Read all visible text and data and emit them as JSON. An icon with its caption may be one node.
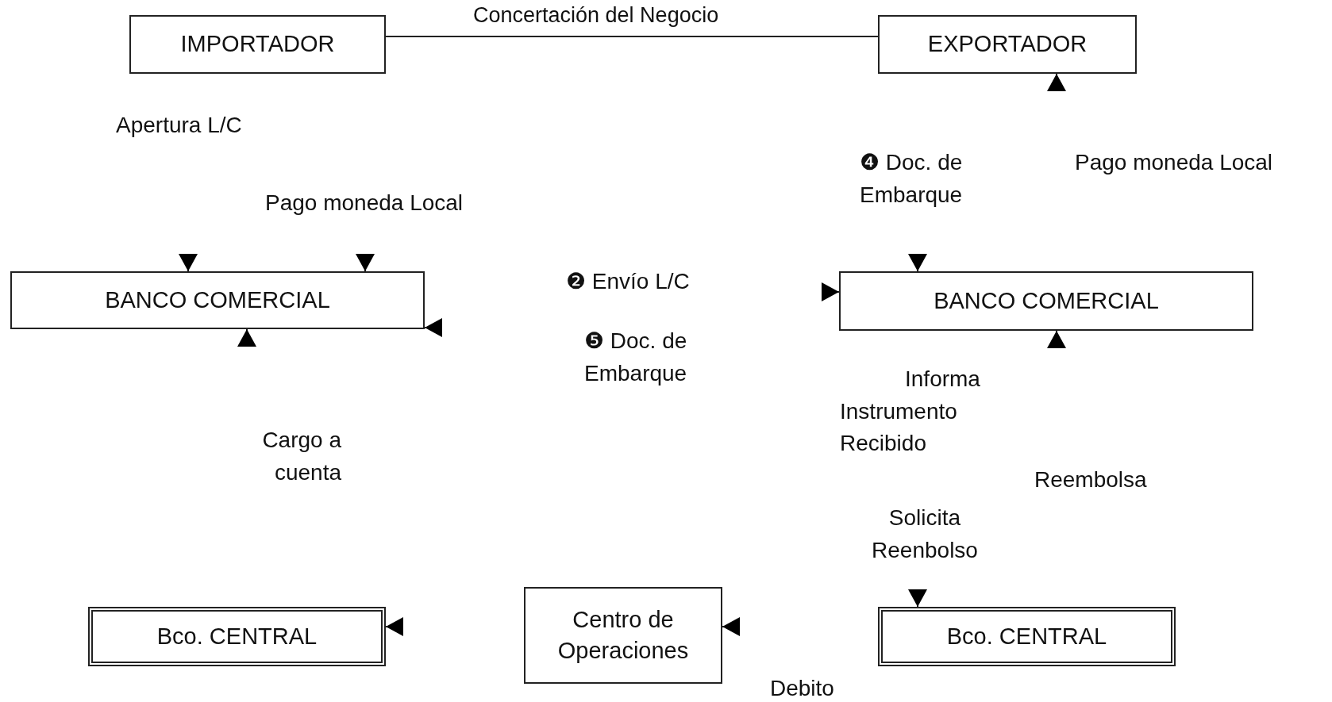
{
  "diagram": {
    "nodes": [
      {
        "text": [
          "IMPORTADOR"
        ]
      },
      {
        "text": [
          "EXPORTADOR"
        ]
      },
      {
        "text": [
          "BANCO COMERCIAL"
        ]
      },
      {
        "text": [
          "BANCO COMERCIAL"
        ]
      },
      {
        "text": [
          "Bco. CENTRAL"
        ]
      },
      {
        "text": [
          "Centro de Operaciones"
        ]
      },
      {
        "text": [
          "Bco. CENTRAL"
        ]
      }
    ],
    "edges": [
      {
        "from": 0,
        "to": 1,
        "arrow": "none",
        "label": "Concertación del Negocio"
      },
      {
        "from": null,
        "to": 1,
        "arrow": "to"
      },
      {
        "from": null,
        "to": 2,
        "arrow": "to"
      },
      {
        "from": null,
        "to": 2,
        "arrow": "to"
      },
      {
        "from": null,
        "to": 2,
        "arrow": "to"
      },
      {
        "from": null,
        "to": 2,
        "arrow": "to"
      },
      {
        "from": null,
        "to": 3,
        "arrow": "to"
      },
      {
        "from": null,
        "to": 3,
        "arrow": "to"
      },
      {
        "from": null,
        "to": 3,
        "arrow": "to"
      },
      {
        "from": null,
        "to": 6,
        "arrow": "to"
      },
      {
        "from": null,
        "to": 5,
        "arrow": "to"
      },
      {
        "from": null,
        "to": 4,
        "arrow": "to"
      }
    ],
    "labels": [
      "Apertura L/C",
      "❹ Doc. de Embarque",
      "Pago moneda Local",
      "Pago moneda Local",
      "❷ Envío L/C",
      "❺ Doc. de Embarque",
      "Informa Instrumento Recibido",
      "Cargo a cuenta",
      "Reembolsa",
      "Solicita Reenbolso",
      "Debito"
    ]
  }
}
